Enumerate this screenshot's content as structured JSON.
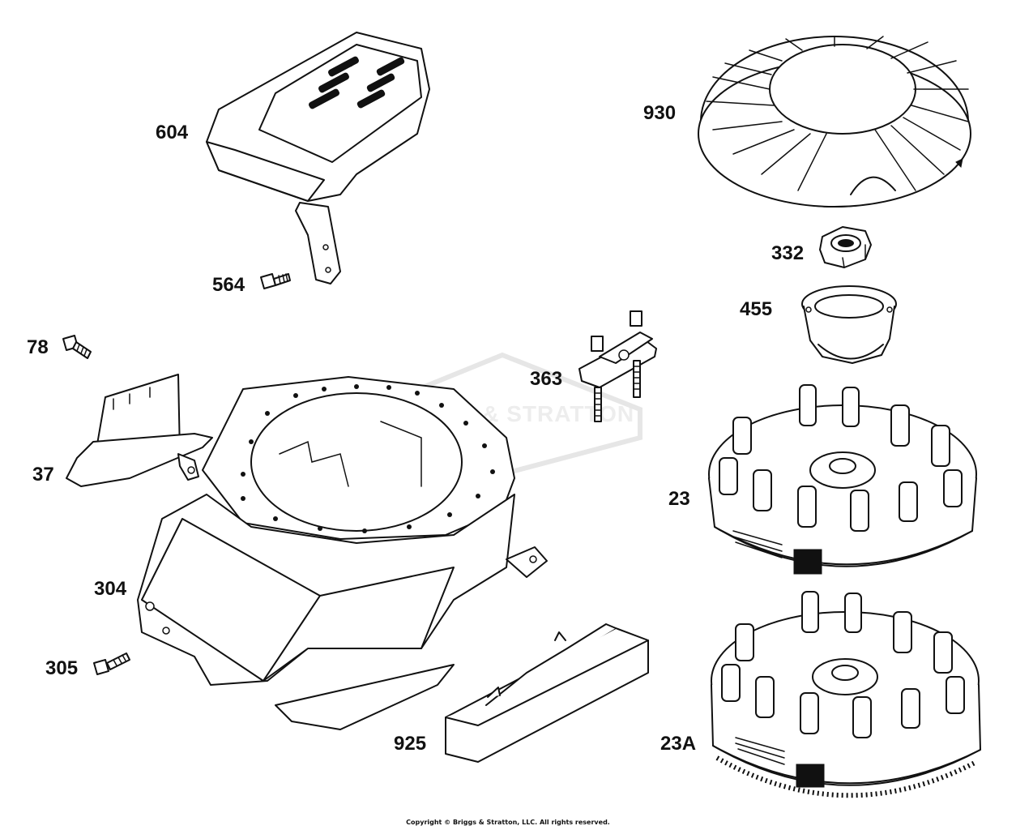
{
  "labels": {
    "p604": "604",
    "p564": "564",
    "p78": "78",
    "p37": "37",
    "p304": "304",
    "p305": "305",
    "p363": "363",
    "p925": "925",
    "p930": "930",
    "p332": "332",
    "p455": "455",
    "p23": "23",
    "p23a": "23A"
  },
  "watermark": "BRIGGS & STRATTON",
  "copyright": "Copyright © Briggs & Stratton, LLC. All rights reserved."
}
